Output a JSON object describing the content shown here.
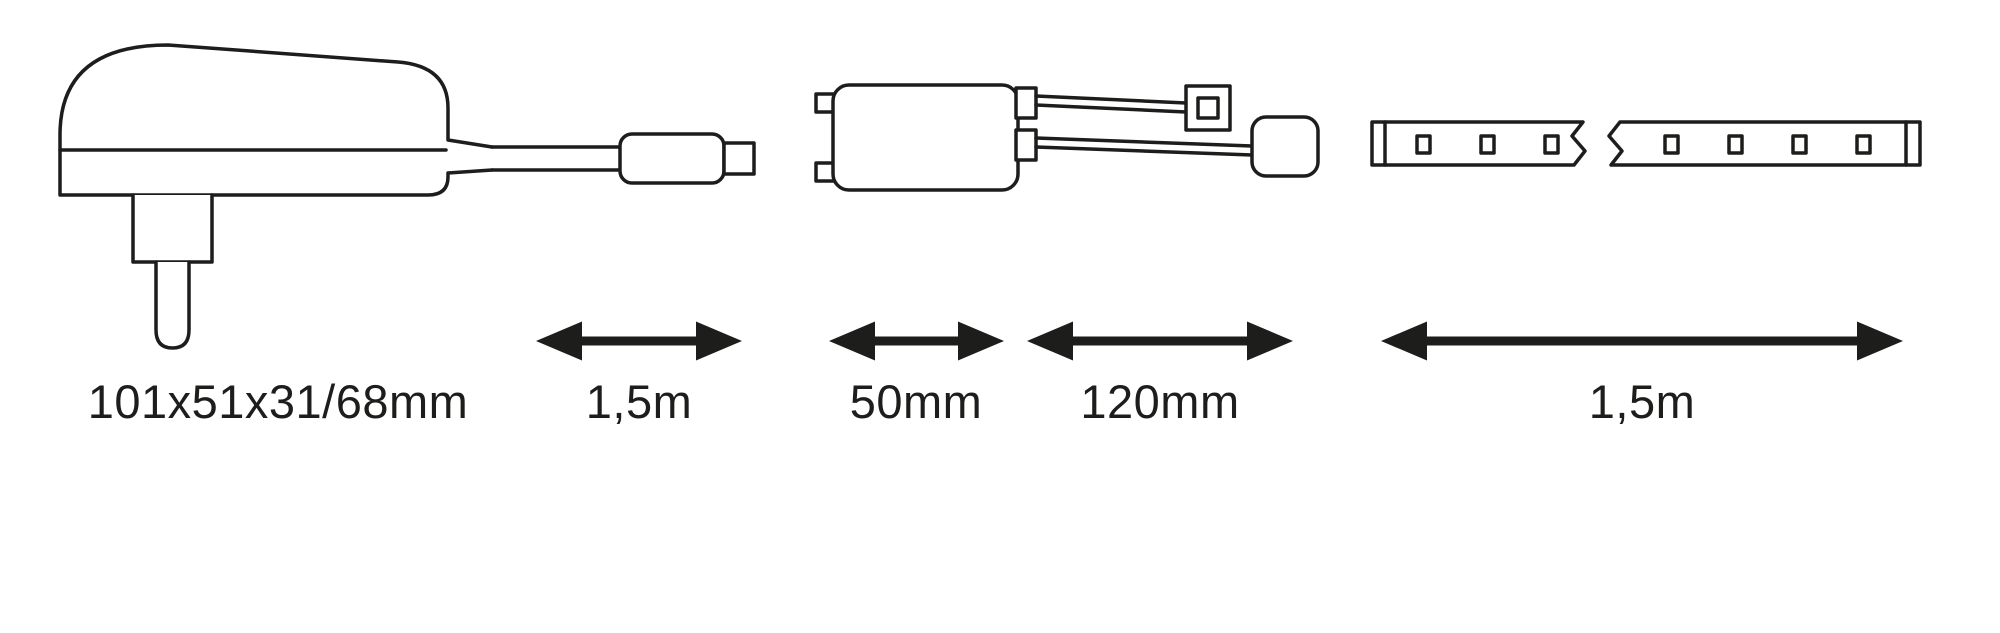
{
  "page": {
    "background_color": "#ffffff",
    "line_color": "#1d1d1b"
  },
  "diagram": {
    "components": [
      {
        "id": "power-adapter",
        "dimension_label": "101x51x31/68mm"
      },
      {
        "id": "power-cable",
        "dimension_label": "1,5m"
      },
      {
        "id": "controller",
        "dimension_label": "50mm"
      },
      {
        "id": "connector-cable",
        "dimension_label": "120mm"
      },
      {
        "id": "led-strip",
        "dimension_label": "1,5m"
      }
    ]
  }
}
